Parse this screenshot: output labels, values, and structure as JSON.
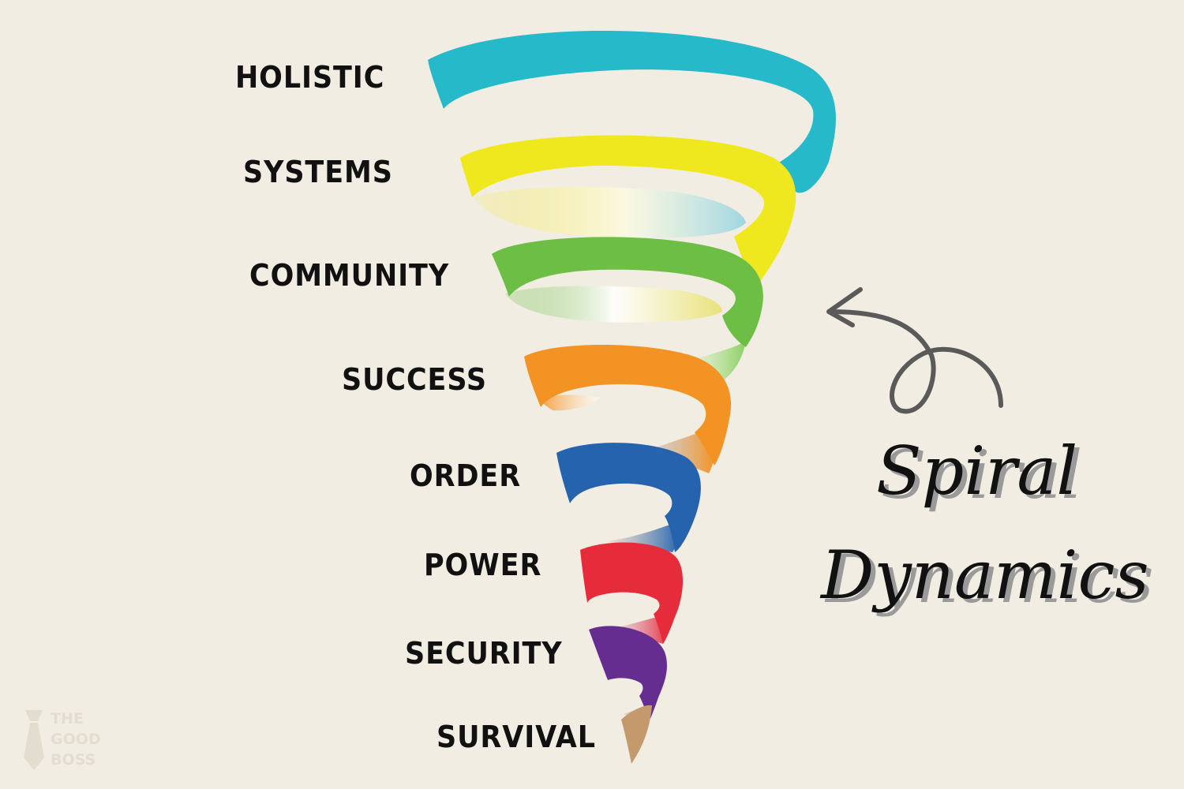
{
  "levels": [
    {
      "label": "HOLISTIC",
      "color": "#26b9c9"
    },
    {
      "label": "SYSTEMS",
      "color": "#f0e81f"
    },
    {
      "label": "COMMUNITY",
      "color": "#6cbf44"
    },
    {
      "label": "SUCCESS",
      "color": "#f39323"
    },
    {
      "label": "ORDER",
      "color": "#2563ae"
    },
    {
      "label": "POWER",
      "color": "#e62c3b"
    },
    {
      "label": "SECURITY",
      "color": "#662d91"
    },
    {
      "label": "SURVIVAL",
      "color": "#c49a6c"
    }
  ],
  "title": {
    "line1": "Spiral",
    "line2": "Dynamics"
  },
  "logo": {
    "line1": "THE",
    "line2": "GOOD",
    "line3": "BOSS"
  },
  "colors": {
    "background": "#f2ede3",
    "text": "#111111",
    "arrow": "#5a5a5a",
    "logo": "#e3ddd0"
  }
}
